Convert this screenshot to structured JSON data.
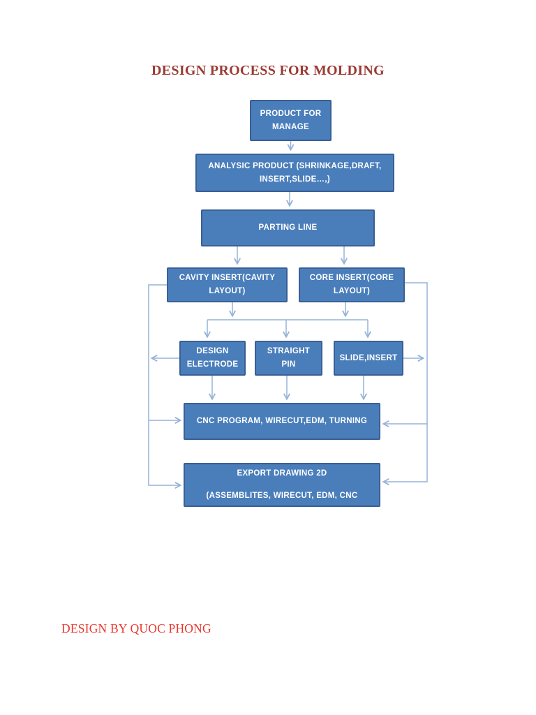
{
  "page": {
    "title": "DESIGN PROCESS FOR MOLDING",
    "footer": "DESIGN BY QUOC PHONG"
  },
  "colors": {
    "node_fill": "#4a7ebb",
    "node_border": "#3a5f94",
    "node_text": "#ffffff",
    "connector": "#95b3d7",
    "title_text": "#9b3a33",
    "footer_text": "#e8362d",
    "page_background": "#ffffff"
  },
  "flowchart": {
    "nodes": [
      {
        "id": "product-for-manage",
        "lines": [
          "PRODUCT FOR",
          "MANAGE"
        ]
      },
      {
        "id": "analysic-product",
        "lines": [
          "ANALYSIC PRODUCT (SHRINKAGE,DRAFT,",
          "INSERT,SLIDE…,)"
        ]
      },
      {
        "id": "parting-line",
        "lines": [
          "PARTING LINE"
        ]
      },
      {
        "id": "cavity-insert",
        "lines": [
          "CAVITY INSERT(CAVITY",
          "LAYOUT)"
        ]
      },
      {
        "id": "core-insert",
        "lines": [
          "CORE  INSERT(CORE",
          "LAYOUT)"
        ]
      },
      {
        "id": "design-electrode",
        "lines": [
          "DESIGN",
          "ELECTRODE"
        ]
      },
      {
        "id": "straight-pin",
        "lines": [
          "STRAIGHT",
          "PIN"
        ]
      },
      {
        "id": "slide-insert",
        "lines": [
          "SLIDE,INSERT"
        ]
      },
      {
        "id": "cnc-program",
        "lines": [
          "CNC PROGRAM, WIRECUT,EDM, TURNING"
        ]
      },
      {
        "id": "export-drawing",
        "lines": [
          "EXPORT DRAWING 2D",
          "(ASSEMBLITES, WIRECUT, EDM, CNC"
        ]
      }
    ]
  }
}
